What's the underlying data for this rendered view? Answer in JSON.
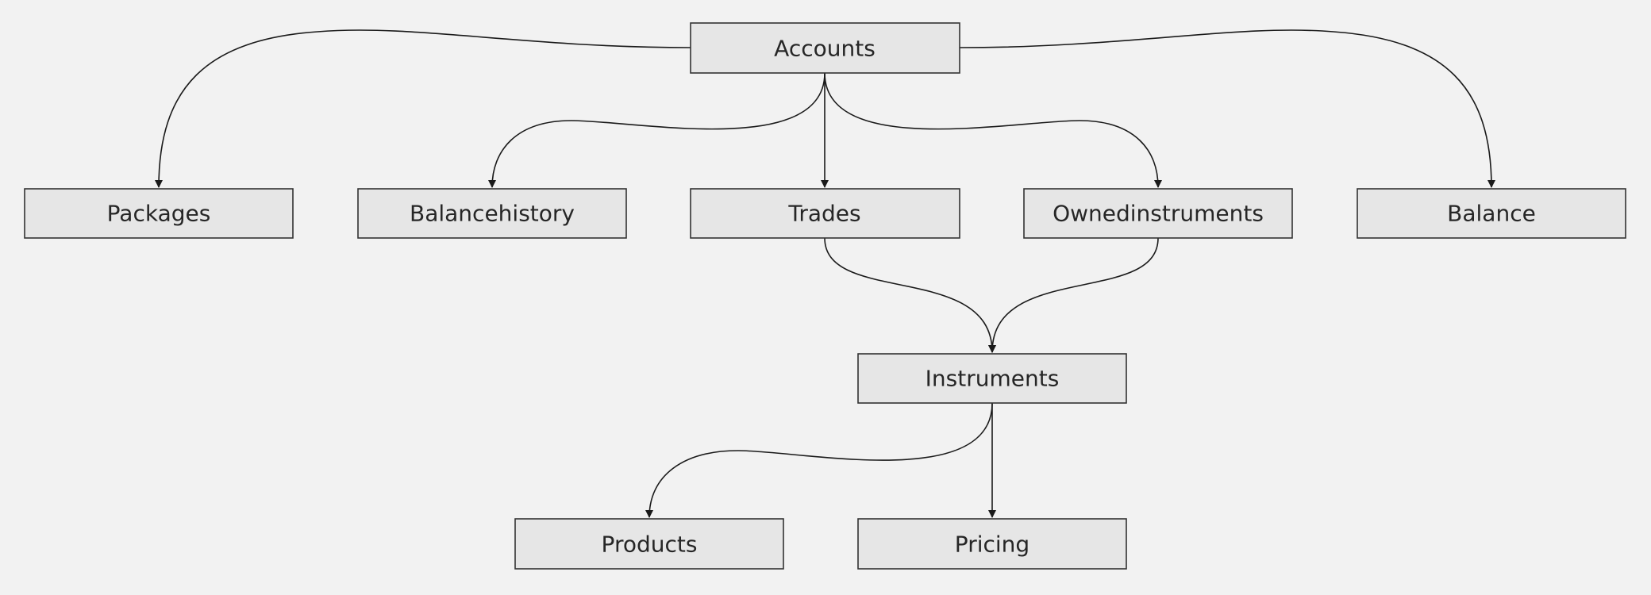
{
  "colors": {
    "background": "#f2f2f2",
    "node_fill": "#e6e6e6",
    "node_stroke": "#333333",
    "edge": "#1a1a1a",
    "text": "#262626"
  },
  "nodes": {
    "accounts": "Accounts",
    "packages": "Packages",
    "balancehistory": "Balancehistory",
    "trades": "Trades",
    "ownedinstruments": "Ownedinstruments",
    "balance": "Balance",
    "instruments": "Instruments",
    "products": "Products",
    "pricing": "Pricing"
  },
  "edges": [
    {
      "from": "Accounts",
      "to": "Packages"
    },
    {
      "from": "Accounts",
      "to": "Balancehistory"
    },
    {
      "from": "Accounts",
      "to": "Trades"
    },
    {
      "from": "Accounts",
      "to": "Ownedinstruments"
    },
    {
      "from": "Accounts",
      "to": "Balance"
    },
    {
      "from": "Trades",
      "to": "Instruments"
    },
    {
      "from": "Ownedinstruments",
      "to": "Instruments"
    },
    {
      "from": "Instruments",
      "to": "Products"
    },
    {
      "from": "Instruments",
      "to": "Pricing"
    }
  ]
}
